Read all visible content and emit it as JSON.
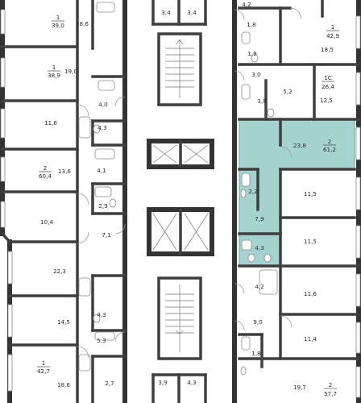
{
  "colors": {
    "highlight_fill": "#a4d3d0",
    "highlight_stroke": "#6cb4b0",
    "wall": "#3f3f3f",
    "background": "#ffffff"
  },
  "apartments": [
    {
      "id": "left-top",
      "rooms": "1",
      "area": "39,0"
    },
    {
      "id": "left-2",
      "rooms": "1",
      "area": "38,9"
    },
    {
      "id": "left-3",
      "rooms": "2",
      "area": "60,4"
    },
    {
      "id": "left-bottom",
      "rooms": "1",
      "area": "42,7"
    },
    {
      "id": "right-top",
      "rooms": "1",
      "area": "42,9"
    },
    {
      "id": "right-studio",
      "rooms": "1С",
      "area": "26,4"
    },
    {
      "id": "right-selected",
      "rooms": "2",
      "area": "61,2"
    },
    {
      "id": "right-bottom",
      "rooms": "2",
      "area": "57,7"
    }
  ],
  "room_areas": [
    "18,6",
    "19,0",
    "4,0",
    "11,6",
    "4,3",
    "13,6",
    "4,1",
    "2,9",
    "10,4",
    "7,1",
    "22,3",
    "14,5",
    "4,3",
    "5,3",
    "18,6",
    "2,7",
    "3,4",
    "3,4",
    "3,9",
    "4,3",
    "4,2",
    "1,8",
    "18,5",
    "1,9",
    "3,0",
    "5,2",
    "3,8",
    "12,5",
    "23,8",
    "2,2",
    "11,5",
    "7,9",
    "11,5",
    "4,3",
    "4,2",
    "11,6",
    "9,0",
    "11,4",
    "1,8",
    "19,7"
  ]
}
